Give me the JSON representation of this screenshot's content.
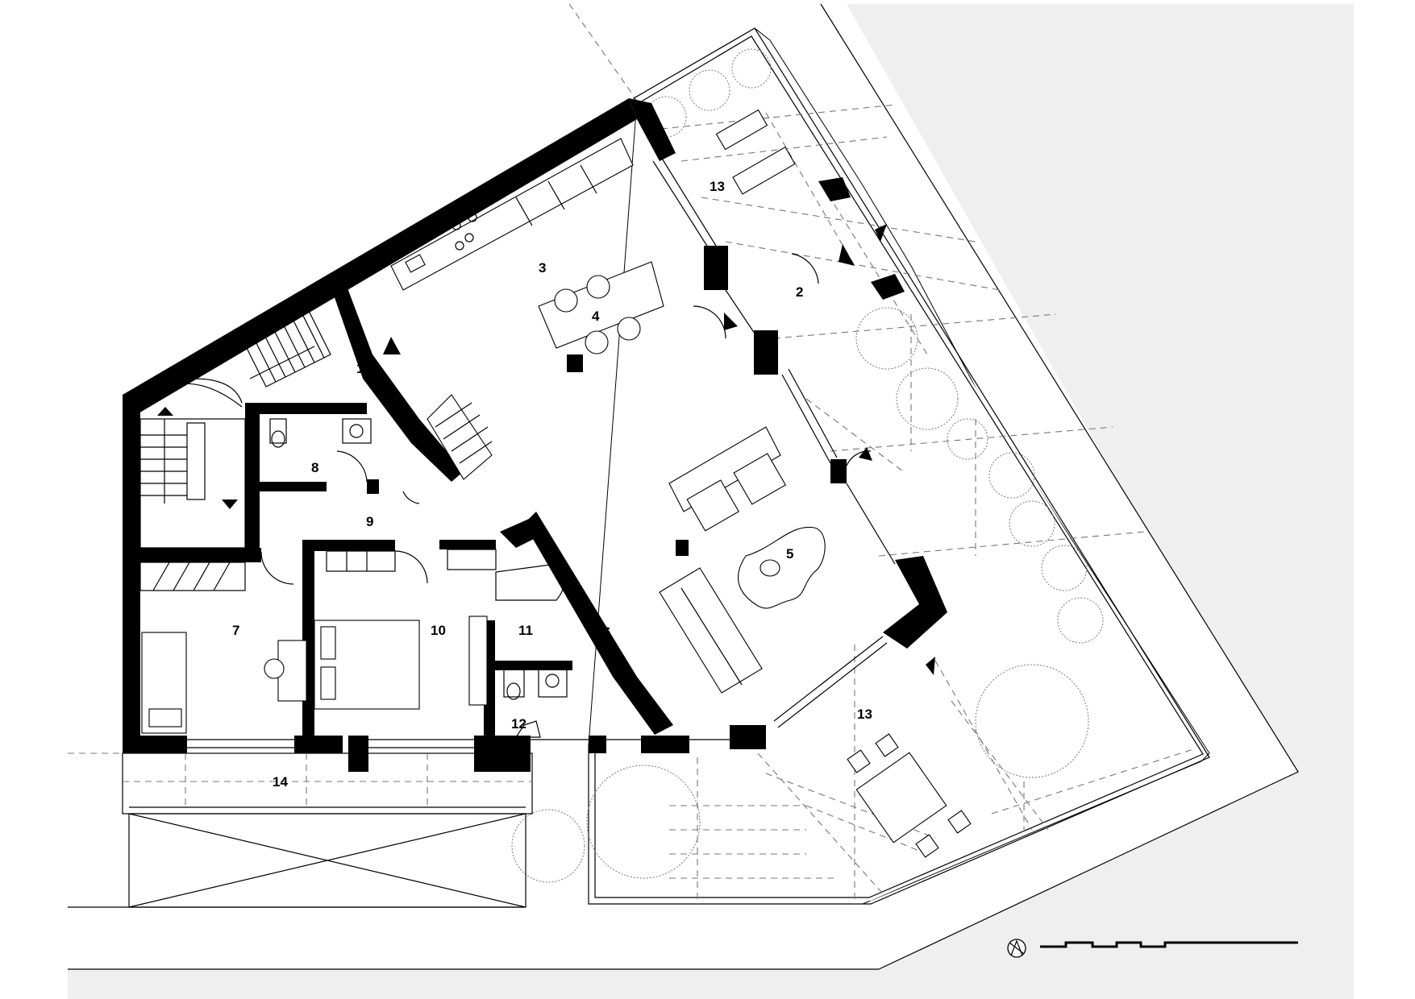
{
  "rooms": [
    {
      "label": "1"
    },
    {
      "label": "2"
    },
    {
      "label": "3"
    },
    {
      "label": "4"
    },
    {
      "label": "5"
    },
    {
      "label": "6"
    },
    {
      "label": "7"
    },
    {
      "label": "8"
    },
    {
      "label": "9"
    },
    {
      "label": "10"
    },
    {
      "label": "11"
    },
    {
      "label": "12"
    },
    {
      "label": "13"
    },
    {
      "label": "13"
    },
    {
      "label": "14"
    }
  ],
  "north_arrow": {
    "icon": "north-arrow-icon"
  },
  "scale_bar": {
    "icon": "scale-bar-icon"
  },
  "colors": {
    "wall": "#000000",
    "ground": "#efefef",
    "paper": "#ffffff",
    "dashed": "#777777"
  }
}
